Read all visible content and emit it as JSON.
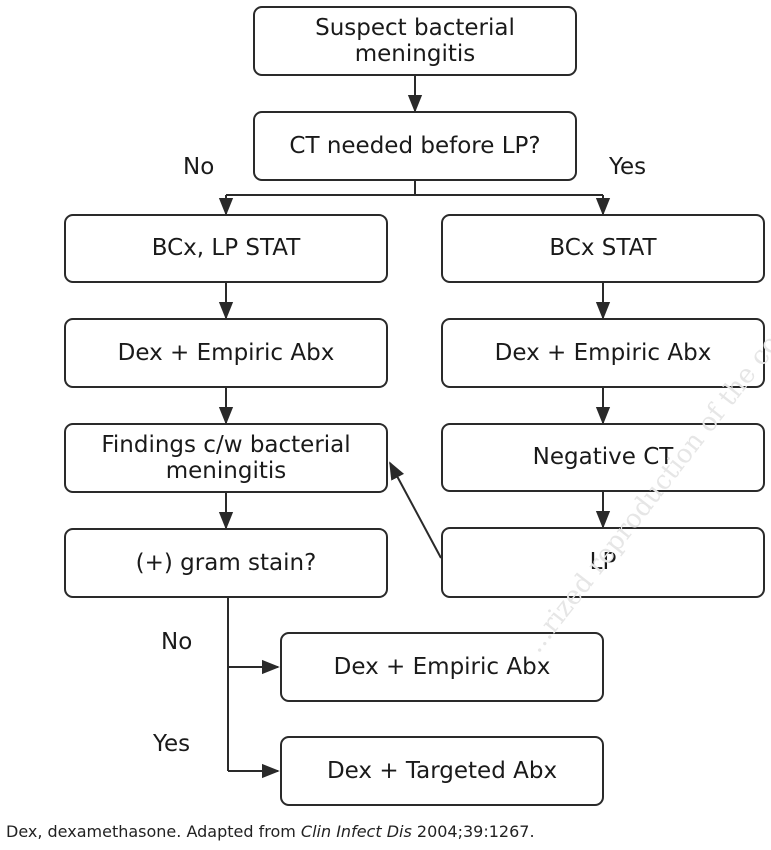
{
  "nodes": {
    "suspect": "Suspect bacterial meningitis",
    "ct_question": "CT needed before LP?",
    "left_bcx_lp": "BCx, LP STAT",
    "right_bcx": "BCx STAT",
    "left_dex_empiric": "Dex + Empiric Abx",
    "right_dex_empiric": "Dex + Empiric Abx",
    "findings": "Findings c/w bacterial meningitis",
    "negative_ct": "Negative CT",
    "gram_stain": "(+) gram stain?",
    "lp": "LP",
    "final_empiric": "Dex + Empiric Abx",
    "final_targeted": "Dex + Targeted Abx"
  },
  "edge_labels": {
    "ct_no": "No",
    "ct_yes": "Yes",
    "gram_no": "No",
    "gram_yes": "Yes"
  },
  "caption": {
    "prefix": "Dex, dexamethasone. Adapted from ",
    "journal": "Clin Infect Dis",
    "suffix": " 2004;39:1267."
  },
  "watermark": "...rized reproduction of the content..."
}
